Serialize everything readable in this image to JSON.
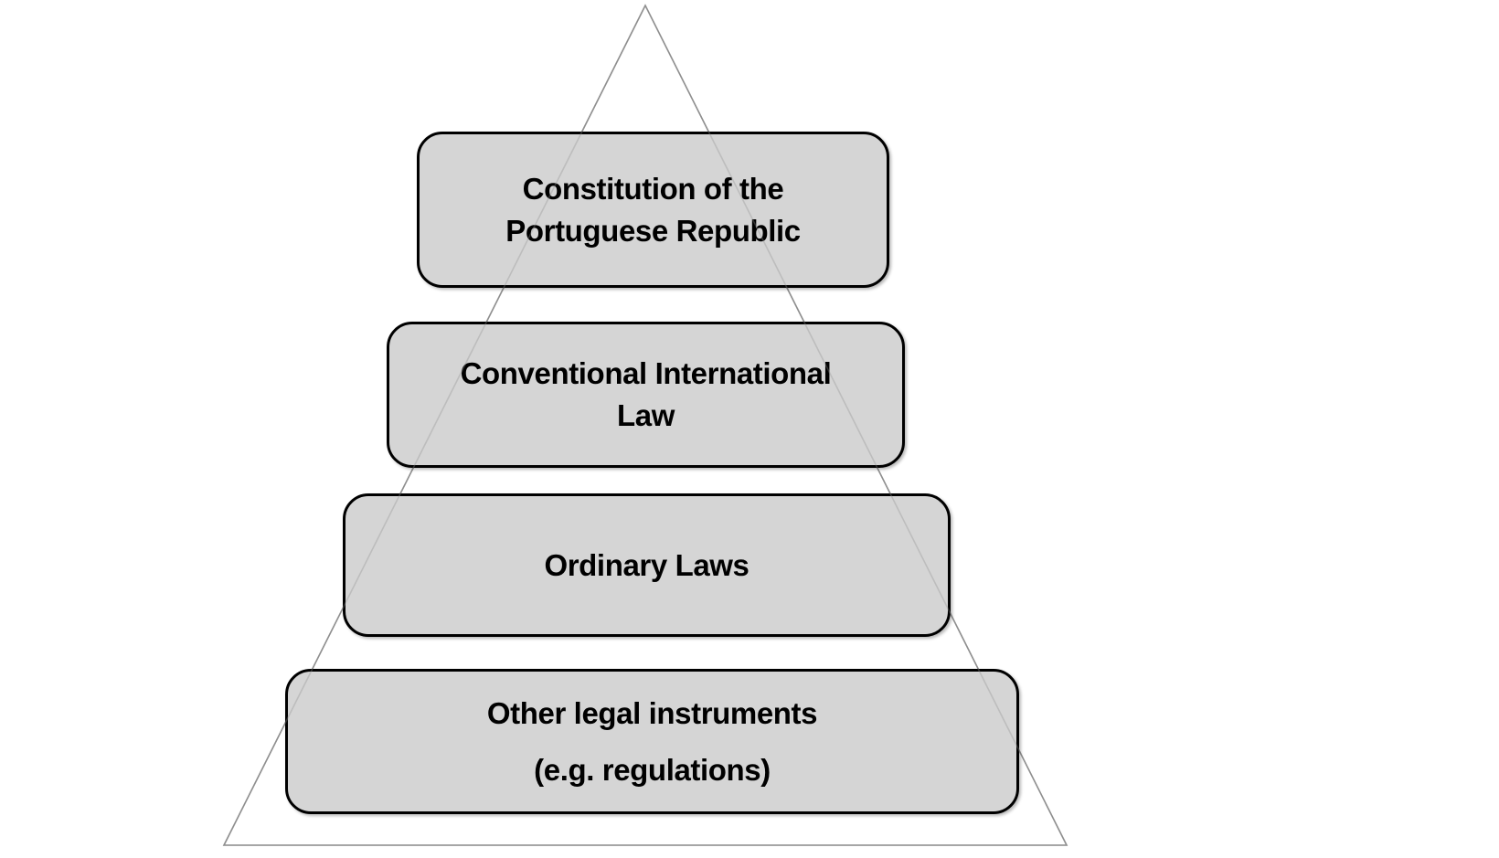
{
  "colors": {
    "page_bg": "#ffffff",
    "box_fill": "#d5d5d5",
    "box_border": "#000000",
    "triangle_line": "#8f8f8f",
    "text_color": "#000000"
  },
  "pyramid": {
    "description": "Hierarchy pyramid diagram with four levels inside a triangle outline",
    "levels": [
      {
        "rank": 1,
        "label": "Constitution of the Portuguese Republic"
      },
      {
        "rank": 2,
        "label": "Conventional International Law"
      },
      {
        "rank": 3,
        "label": "Ordinary Laws"
      },
      {
        "rank": 4,
        "label": "Other legal instruments",
        "sublabel": "(e.g. regulations)"
      }
    ]
  }
}
